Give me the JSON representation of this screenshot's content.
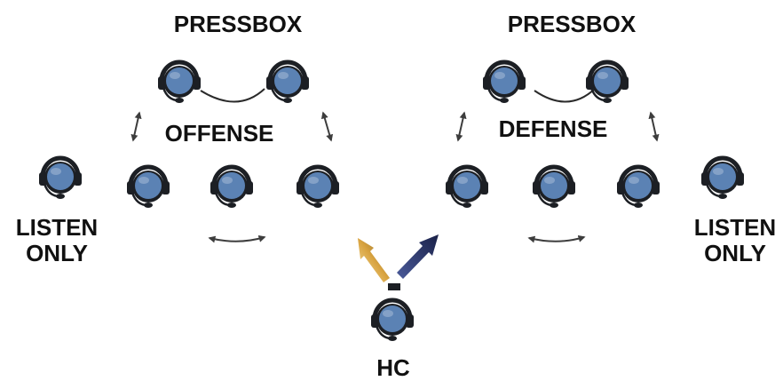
{
  "labels": {
    "pressbox_left": "PRESSBOX",
    "pressbox_right": "PRESSBOX",
    "offense": "OFFENSE",
    "defense": "DEFENSE",
    "listen_only_left_1": "LISTEN",
    "listen_only_left_2": "ONLY",
    "listen_only_right_1": "LISTEN",
    "listen_only_right_2": "ONLY",
    "hc": "HC"
  },
  "colors": {
    "headset_face": "#5b82b4",
    "headset_dark": "#1c1f24",
    "arrow_gray": "#3d3d3d",
    "arrow_gold": "#d9a441",
    "arrow_navy": "#2a3566"
  },
  "headsets": [
    {
      "name": "pressbox-offense-headset-1",
      "icon": "headset-icon"
    },
    {
      "name": "pressbox-offense-headset-2",
      "icon": "headset-icon"
    },
    {
      "name": "pressbox-defense-headset-1",
      "icon": "headset-icon"
    },
    {
      "name": "pressbox-defense-headset-2",
      "icon": "headset-icon"
    },
    {
      "name": "listen-only-left-headset",
      "icon": "headset-icon"
    },
    {
      "name": "offense-headset-1",
      "icon": "headset-icon"
    },
    {
      "name": "offense-headset-2",
      "icon": "headset-icon"
    },
    {
      "name": "offense-headset-3",
      "icon": "headset-icon"
    },
    {
      "name": "defense-headset-1",
      "icon": "headset-icon"
    },
    {
      "name": "defense-headset-2",
      "icon": "headset-icon"
    },
    {
      "name": "defense-headset-3",
      "icon": "headset-icon"
    },
    {
      "name": "listen-only-right-headset",
      "icon": "headset-icon"
    },
    {
      "name": "hc-headset",
      "icon": "headset-icon"
    }
  ]
}
